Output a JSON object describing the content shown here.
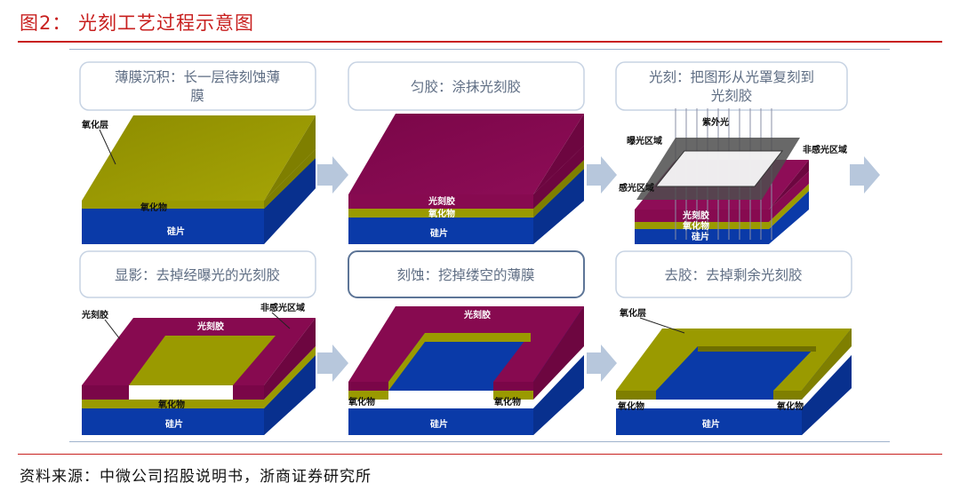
{
  "figure": {
    "title": "图2： 光刻工艺过程示意图",
    "source": "资料来源：中微公司招股说明书，浙商证券研究所"
  },
  "colors": {
    "accent_red": "#c8201f",
    "olive": "#9a9a00",
    "maroon": "#870a50",
    "blue": "#0a3aa8",
    "arrow": "#b7c7dc"
  },
  "steps": [
    {
      "label_line1": "薄膜沉积：长一层待刻蚀薄",
      "label_line2": "膜",
      "layers": {
        "top": "氧化层",
        "middle": "氧化物",
        "bottom": "硅片"
      }
    },
    {
      "label_line1": "匀胶：涂抹光刻胶",
      "label_line2": "",
      "layers": {
        "top": "光刻胶",
        "middle": "氧化物",
        "bottom": "硅片"
      }
    },
    {
      "label_line1": "光刻：把图形从光罩复刻到",
      "label_line2": "光刻胶",
      "layers": {
        "uv": "紫外光",
        "exposed": "曝光区域",
        "unexposed_right": "非感光区域",
        "unexposed_left": "感光区域",
        "top": "光刻胶",
        "middle": "氧化物",
        "bottom": "硅片"
      }
    },
    {
      "label_line1": "显影：去掉经曝光的光刻胶",
      "label_line2": "",
      "layers": {
        "resist_left": "光刻胶",
        "resist_top": "光刻胶",
        "region": "非感光区域",
        "middle": "氧化物",
        "bottom": "硅片"
      }
    },
    {
      "label_line1": "刻蚀：挖掉缕空的薄膜",
      "label_line2": "",
      "layers": {
        "resist": "光刻胶",
        "left": "氧化物",
        "right": "氧化物",
        "bottom": "硅片"
      }
    },
    {
      "label_line1": "去胶：去掉剩余光刻胶",
      "label_line2": "",
      "layers": {
        "top": "氧化层",
        "left": "氧化物",
        "right": "氧化物",
        "bottom": "硅片"
      }
    }
  ]
}
